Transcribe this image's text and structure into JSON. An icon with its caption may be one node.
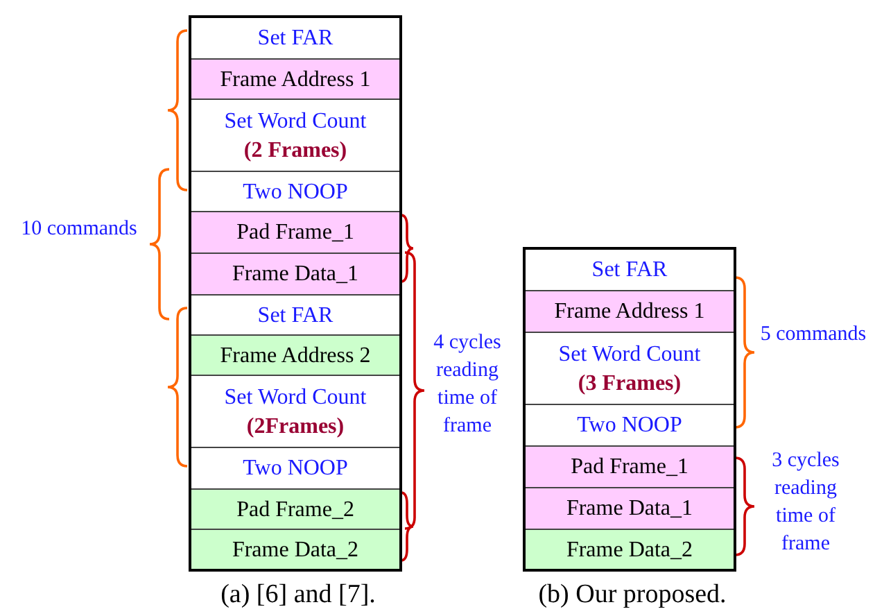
{
  "diagram": {
    "nodes": [
      {
        "text": [
          "Set FAR"
        ]
      },
      {
        "text": [
          "Frame Address 1"
        ]
      },
      {
        "text": [
          "Set Word Count",
          "(2 Frames)"
        ]
      },
      {
        "text": [
          "Two NOOP"
        ]
      },
      {
        "text": [
          "Pad Frame_1"
        ]
      },
      {
        "text": [
          "Frame Data_1"
        ]
      },
      {
        "text": [
          "Set FAR"
        ]
      },
      {
        "text": [
          "Frame Address 2"
        ]
      },
      {
        "text": [
          "Set Word Count",
          "(2Frames)"
        ]
      },
      {
        "text": [
          "Two NOOP"
        ]
      },
      {
        "text": [
          "Pad Frame_2"
        ]
      },
      {
        "text": [
          "Frame Data_2"
        ]
      },
      {
        "text": [
          "Set FAR"
        ]
      },
      {
        "text": [
          "Frame Address 1"
        ]
      },
      {
        "text": [
          "Set Word Count",
          "(3 Frames)"
        ]
      },
      {
        "text": [
          "Two NOOP"
        ]
      },
      {
        "text": [
          "Pad Frame_1"
        ]
      },
      {
        "text": [
          "Frame Data_1"
        ]
      },
      {
        "text": [
          "Frame Data_2"
        ]
      }
    ],
    "labels": [
      "10 commands",
      "4 cycles reading time of frame",
      "5 commands",
      "3 cycles reading time of frame",
      "(a) [6] and [7].",
      "(b) Our proposed."
    ]
  }
}
